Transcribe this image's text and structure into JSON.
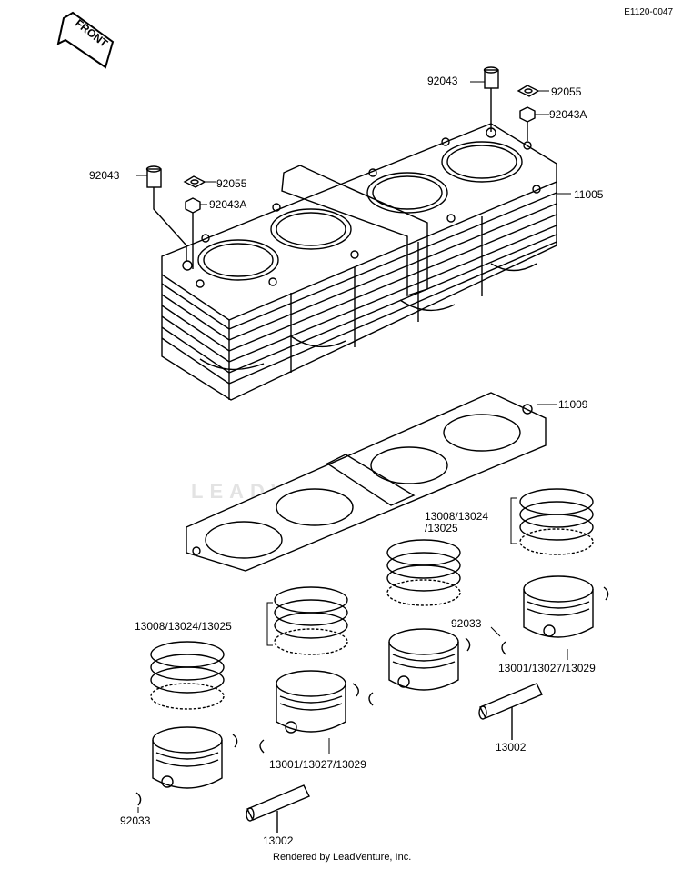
{
  "diagram_code": "E1120-0047",
  "front_label": "FRONT",
  "footer": "Rendered by LeadVenture, Inc.",
  "watermark": "LEADVENTURE",
  "callouts": {
    "dowel_top": "92043",
    "oring_top": "92055",
    "dowel_a_top": "92043A",
    "dowel_left": "92043",
    "oring_left": "92055",
    "dowel_a_left": "92043A",
    "cylinder": "11005",
    "gasket": "11009",
    "rings_right_1": "13008/13024",
    "rings_right_2": "/13025",
    "rings_left": "13008/13024/13025",
    "circlip_mid": "92033",
    "piston_right": "13001/13027/13029",
    "piston_mid": "13001/13027/13029",
    "pin_right": "13002",
    "pin_left": "13002",
    "circlip_left": "92033"
  }
}
